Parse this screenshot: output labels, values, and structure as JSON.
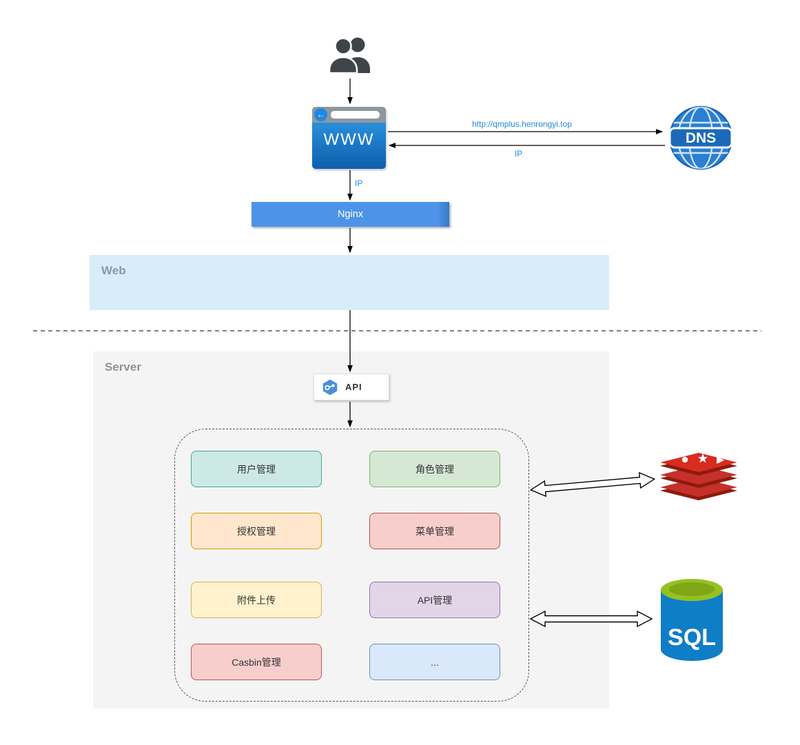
{
  "diagram": {
    "browser": {
      "label": "WWW"
    },
    "dns": {
      "label": "DNS",
      "request_label": "http://qmplus.henrongyi.top",
      "response_label": "IP"
    },
    "nginx": {
      "label": "Nginx",
      "ip_label": "IP"
    },
    "zones": {
      "web": "Web",
      "server": "Server"
    },
    "api": {
      "label": "API"
    },
    "modules": [
      {
        "label": "用户管理",
        "fill": "#cde9e6",
        "border": "#45a49e"
      },
      {
        "label": "角色管理",
        "fill": "#d5e8d4",
        "border": "#82b366"
      },
      {
        "label": "授权管理",
        "fill": "#ffe6cc",
        "border": "#d79b00"
      },
      {
        "label": "菜单管理",
        "fill": "#f8cecc",
        "border": "#b85450"
      },
      {
        "label": "附件上传",
        "fill": "#fff2cc",
        "border": "#d6b656"
      },
      {
        "label": "API管理",
        "fill": "#e1d5e7",
        "border": "#9673a6"
      },
      {
        "label": "Casbin管理",
        "fill": "#f8cecc",
        "border": "#b85450"
      },
      {
        "label": "...",
        "fill": "#dae8fc",
        "border": "#6c8ebf"
      }
    ],
    "sql": {
      "label": "SQL"
    },
    "icons": {
      "users": "users-icon",
      "browser": "browser-window-icon",
      "back": "back-arrow-icon",
      "dns": "dns-globe-icon",
      "api": "api-hexagon-icon",
      "redis": "redis-database-icon",
      "sql": "sql-database-icon"
    },
    "colors": {
      "accent_blue": "#1e88e5",
      "nginx_bg": "#4d94e8",
      "web_zone_bg": "#d9edf9",
      "server_zone_bg": "#f4f4f4",
      "browser_blue": "#0d5fae",
      "redis_red": "#c6302b",
      "redis_dark_red": "#8f1a0e",
      "sql_body_blue": "#0e7ec7",
      "sql_top_green": "#95c11f"
    }
  }
}
